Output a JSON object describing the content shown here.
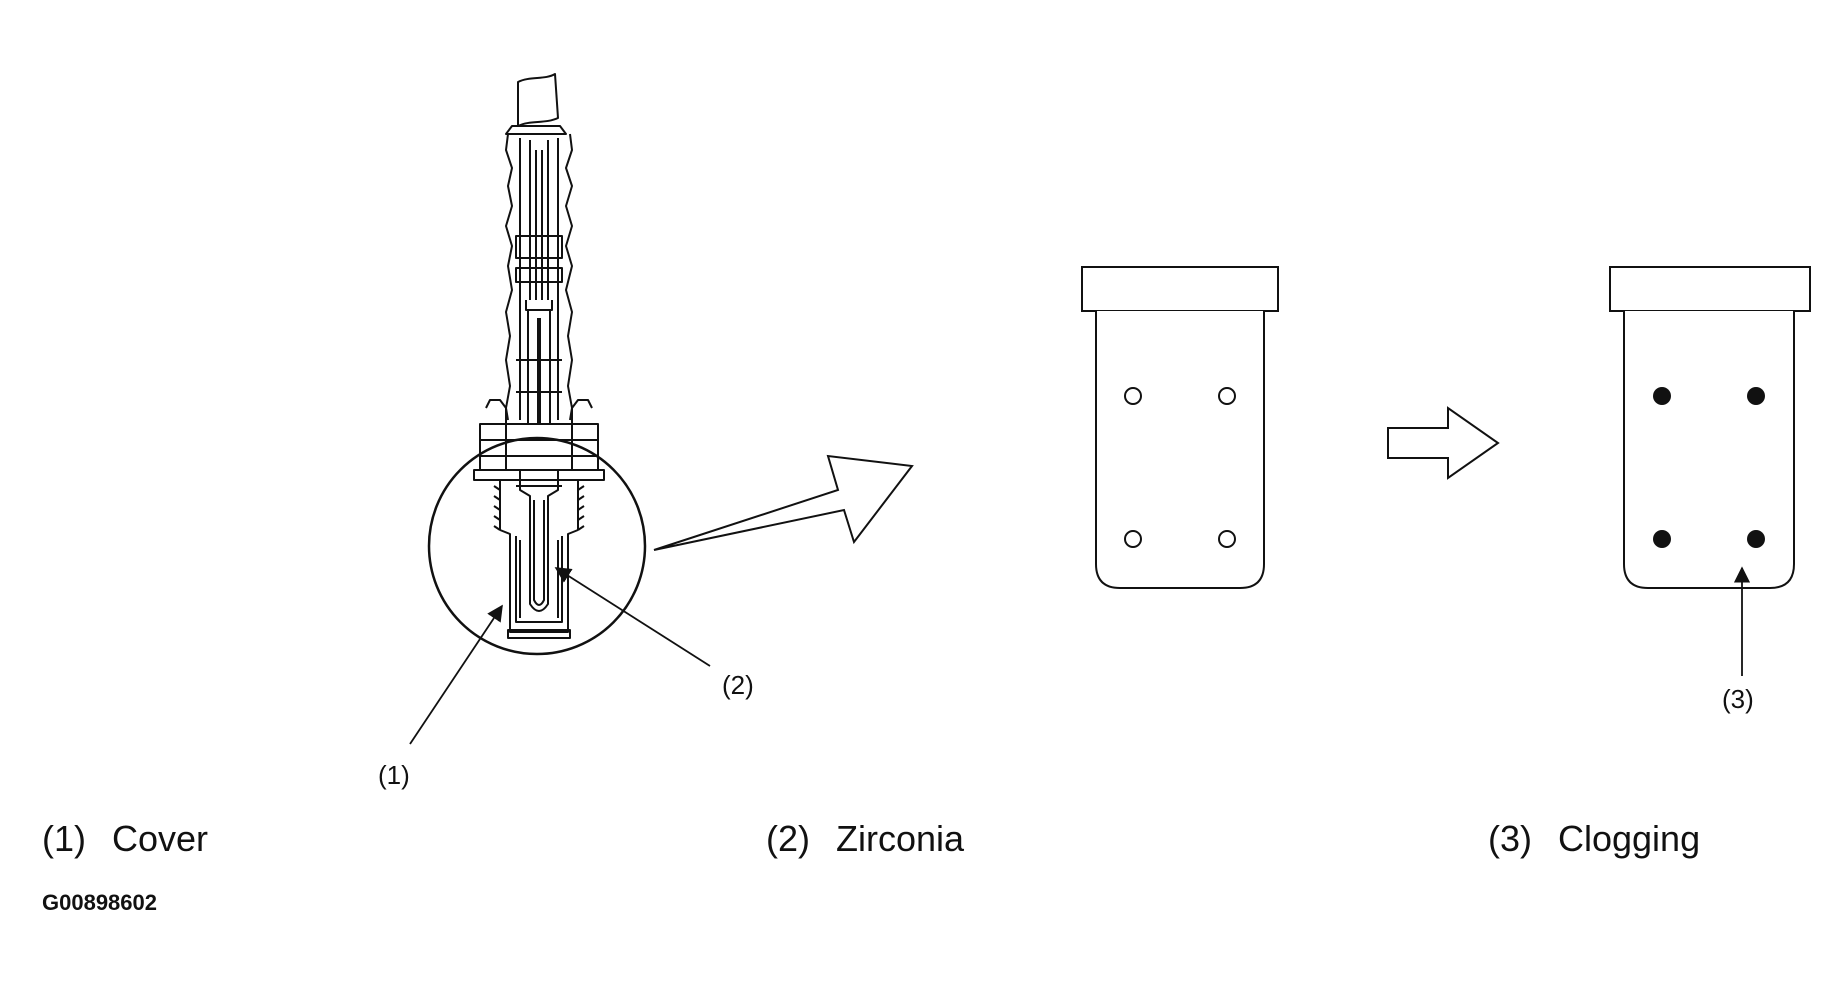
{
  "callouts": {
    "cover": "(1)",
    "zirconia": "(2)",
    "clogging": "(3)"
  },
  "legend": [
    {
      "number": "(1)",
      "label": "Cover"
    },
    {
      "number": "(2)",
      "label": "Zirconia"
    },
    {
      "number": "(3)",
      "label": "Clogging"
    }
  ],
  "figure_id": "G00898602",
  "colors": {
    "line": "#111111",
    "background": "#ffffff"
  }
}
